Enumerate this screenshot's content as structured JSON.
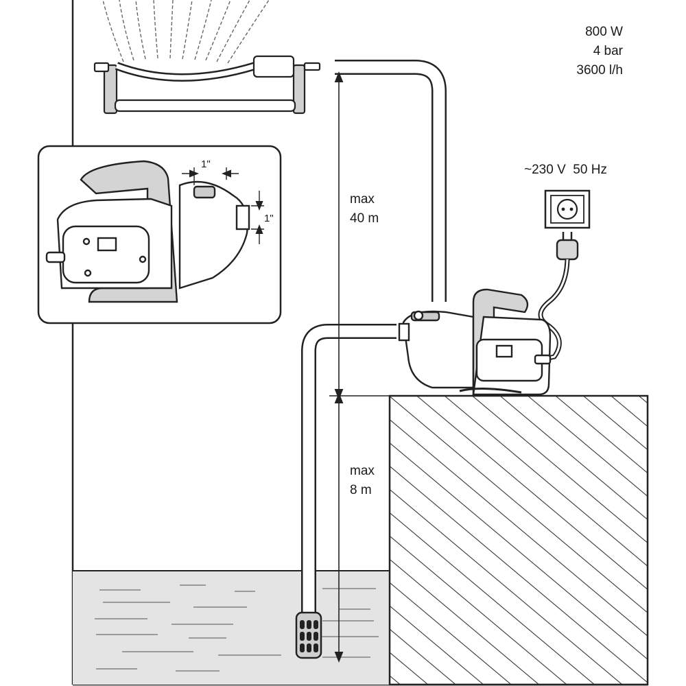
{
  "specs": {
    "power": "800 W",
    "pressure": "4 bar",
    "flow": "3600 l/h"
  },
  "power_supply": {
    "label": "~230 V  50 Hz"
  },
  "inset": {
    "outlet_size": "1\"",
    "inlet_size": "1\""
  },
  "delivery_height": {
    "line1": "max",
    "line2": "40 m"
  },
  "suction_depth": {
    "line1": "max",
    "line2": "8 m"
  }
}
